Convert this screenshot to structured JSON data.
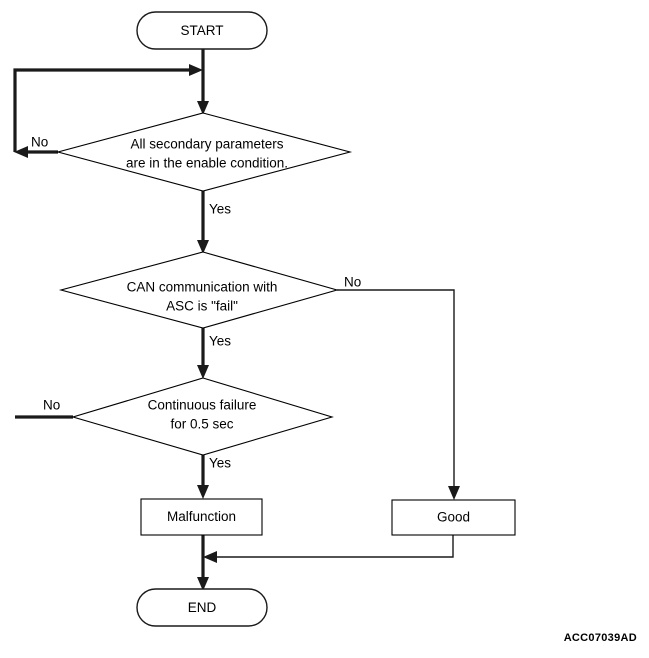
{
  "diagram": {
    "type": "flowchart",
    "caption": "ACC07039AD",
    "colors": {
      "background": "#ffffff",
      "line": "#1a1a1a",
      "text": "#000000"
    },
    "nodes": {
      "start": {
        "shape": "terminator",
        "label": "START"
      },
      "decision_1": {
        "shape": "decision",
        "line1": "All secondary parameters",
        "line2": "are in the enable condition.",
        "yes_label": "Yes",
        "no_label": "No"
      },
      "decision_2": {
        "shape": "decision",
        "line1": "CAN communication with",
        "line2": "ASC is \"fail\"",
        "yes_label": "Yes",
        "no_label": "No"
      },
      "decision_3": {
        "shape": "decision",
        "line1": "Continuous failure",
        "line2": "for 0.5 sec",
        "yes_label": "Yes",
        "no_label": "No"
      },
      "malfunction": {
        "shape": "process",
        "label": "Malfunction"
      },
      "good": {
        "shape": "process",
        "label": "Good"
      },
      "end": {
        "shape": "terminator",
        "label": "END"
      }
    }
  }
}
